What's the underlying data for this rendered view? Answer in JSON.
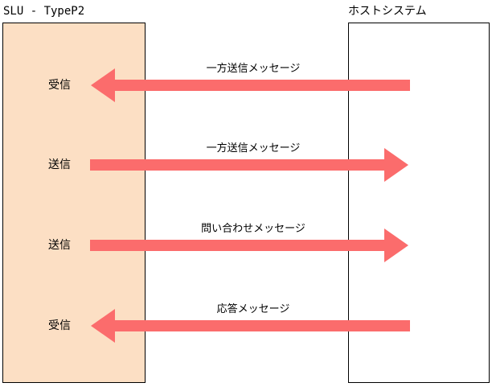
{
  "diagram": {
    "left_box": {
      "title": "SLU - TypeP2"
    },
    "right_box": {
      "title": "ホストシステム"
    },
    "rows": [
      {
        "side_label": "受信",
        "message": "一方送信メッセージ",
        "direction": "left"
      },
      {
        "side_label": "送信",
        "message": "一方送信メッセージ",
        "direction": "right"
      },
      {
        "side_label": "送信",
        "message": "問い合わせメッセージ",
        "direction": "right"
      },
      {
        "side_label": "受信",
        "message": "応答メッセージ",
        "direction": "left"
      }
    ],
    "colors": {
      "arrow": "#fb6c6c",
      "left_box_fill": "#fcdfc4",
      "border": "#000000"
    }
  }
}
